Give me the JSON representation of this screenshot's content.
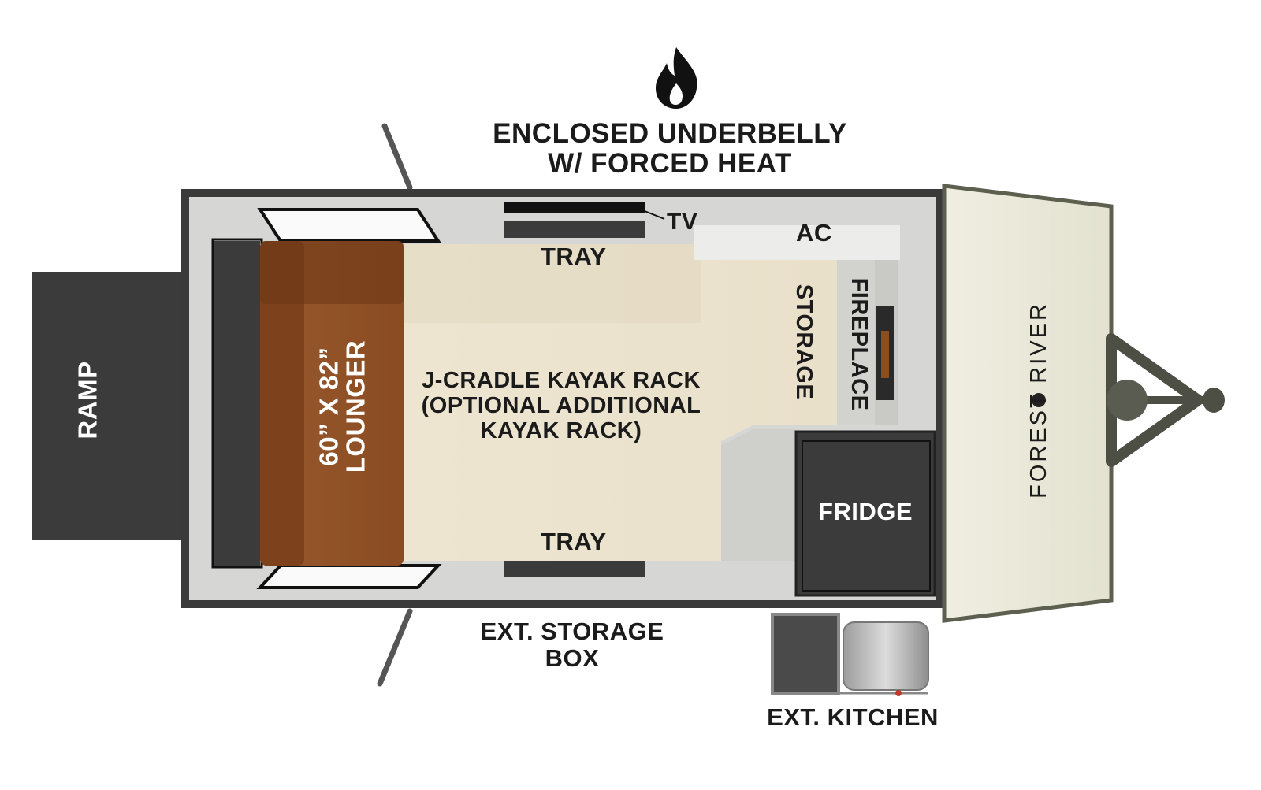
{
  "header": {
    "flame_icon": "flame-icon",
    "line1": "ENCLOSED UNDERBELLY",
    "line2": "W/ FORCED HEAT"
  },
  "labels": {
    "ramp": "RAMP",
    "lounger_line1": "60” X 82”",
    "lounger_line2": "LOUNGER",
    "tv": "TV",
    "tray_top": "TRAY",
    "tray_bottom": "TRAY",
    "ac": "AC",
    "storage": "STORAGE",
    "fireplace": "FIREPLACE",
    "kayak_line1": "J-CRADLE KAYAK RACK",
    "kayak_line2": "(OPTIONAL ADDITIONAL",
    "kayak_line3": "KAYAK RACK)",
    "fridge": "FRIDGE",
    "ext_storage_line1": "EXT. STORAGE",
    "ext_storage_line2": "BOX",
    "ext_kitchen": "EXT. KITCHEN",
    "brand": "FOREST RIVER"
  },
  "colors": {
    "wall": "#3a3a3a",
    "interior_wall": "#d6d6d4",
    "floor": "#e6dcc6",
    "lounger": "#8a4b22",
    "dark_panel": "#3b3b3b",
    "nose_cap": "#ecebdc",
    "hitch": "#4d4f45"
  }
}
